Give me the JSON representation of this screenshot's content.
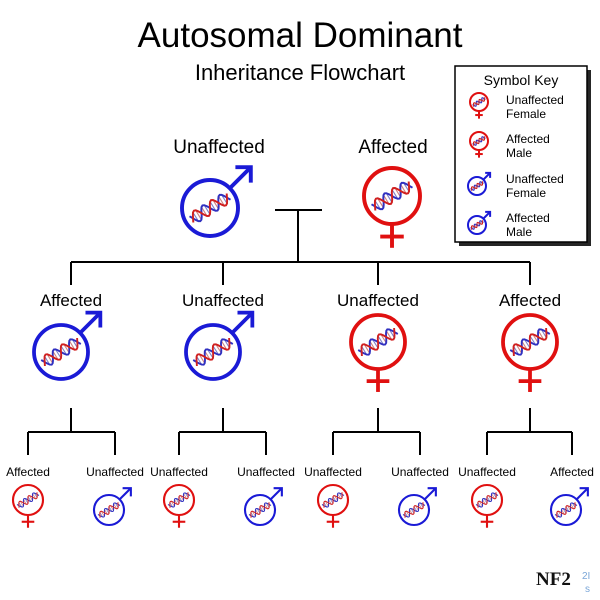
{
  "title": "Autosomal Dominant",
  "subtitle": "Inheritance Flowchart",
  "colors": {
    "male": "#1a1ad6",
    "female": "#e01010",
    "dna_strand_a": "#3030c0",
    "dna_strand_b": "#d02020",
    "line": "#000000"
  },
  "key": {
    "heading": "Symbol Key",
    "items": [
      {
        "line1": "Unaffected",
        "line2": "Female",
        "sex": "female",
        "status": "unaffected"
      },
      {
        "line1": "Affected",
        "line2": "Male",
        "sex": "female",
        "status": "affected"
      },
      {
        "line1": "Unaffected",
        "line2": "Female",
        "sex": "male",
        "status": "unaffected"
      },
      {
        "line1": "Affected",
        "line2": "Male",
        "sex": "male",
        "status": "affected"
      }
    ]
  },
  "parents": [
    {
      "label": "Unaffected",
      "sex": "male",
      "status": "unaffected"
    },
    {
      "label": "Affected",
      "sex": "female",
      "status": "affected"
    }
  ],
  "children": [
    {
      "label": "Affected",
      "sex": "male",
      "status": "affected"
    },
    {
      "label": "Unaffected",
      "sex": "male",
      "status": "unaffected"
    },
    {
      "label": "Unaffected",
      "sex": "female",
      "status": "unaffected"
    },
    {
      "label": "Affected",
      "sex": "female",
      "status": "affected"
    }
  ],
  "grandchildren": [
    {
      "label": "Affected",
      "sex": "female",
      "status": "affected"
    },
    {
      "label": "Unaffected",
      "sex": "male",
      "status": "unaffected"
    },
    {
      "label": "Unaffected",
      "sex": "female",
      "status": "unaffected"
    },
    {
      "label": "Unaffected",
      "sex": "male",
      "status": "unaffected"
    },
    {
      "label": "Unaffected",
      "sex": "female",
      "status": "unaffected"
    },
    {
      "label": "Unaffected",
      "sex": "male",
      "status": "unaffected"
    },
    {
      "label": "Unaffected",
      "sex": "female",
      "status": "unaffected"
    },
    {
      "label": "Affected",
      "sex": "male",
      "status": "affected"
    }
  ],
  "logo": {
    "text": "NF2",
    "superscript": "2I",
    "subscript": "s"
  }
}
